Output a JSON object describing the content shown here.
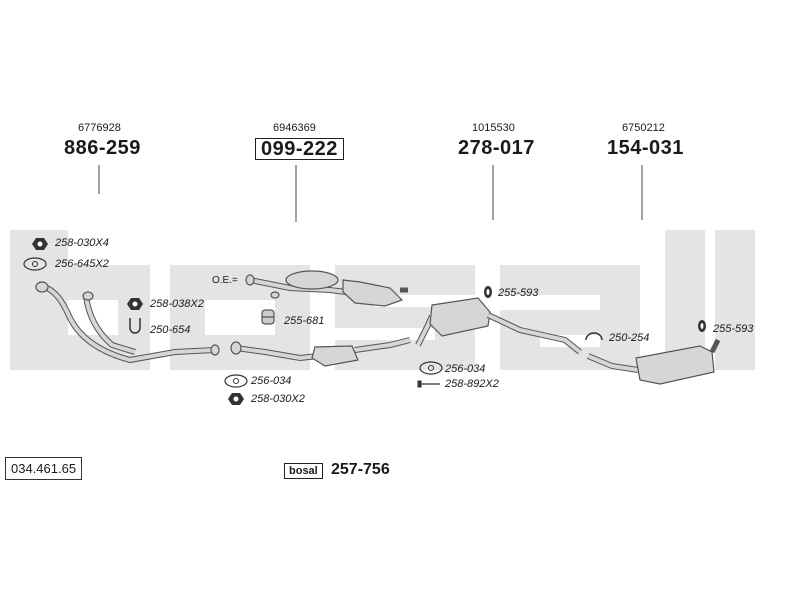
{
  "watermark": {
    "text": "bosal",
    "color": "#e4e4e4"
  },
  "assemblies": [
    {
      "oem": "6776928",
      "part": "886-259",
      "boxed": false
    },
    {
      "oem": "6946369",
      "part": "099-222",
      "boxed": true
    },
    {
      "oem": "1015530",
      "part": "278-017",
      "boxed": false
    },
    {
      "oem": "6750212",
      "part": "154-031",
      "boxed": false
    }
  ],
  "accessories": {
    "a1": "258-030X4",
    "a2": "256-645X2",
    "a3": "258-038X2",
    "a4": "250-654",
    "a5": "255-681",
    "a6": "256-034",
    "a7": "258-030X2",
    "a8": "255-593",
    "a9": "256-034",
    "a10": "258-892X2",
    "a11": "250-254",
    "a12": "255-593"
  },
  "oe_marker": "O.E.=",
  "reference_code": "034.461.65",
  "kit": {
    "logo_text": "bosal",
    "number": "257-756"
  },
  "colors": {
    "line": "#333333",
    "part_fill": "#d6d6d6",
    "part_stroke": "#555555"
  }
}
